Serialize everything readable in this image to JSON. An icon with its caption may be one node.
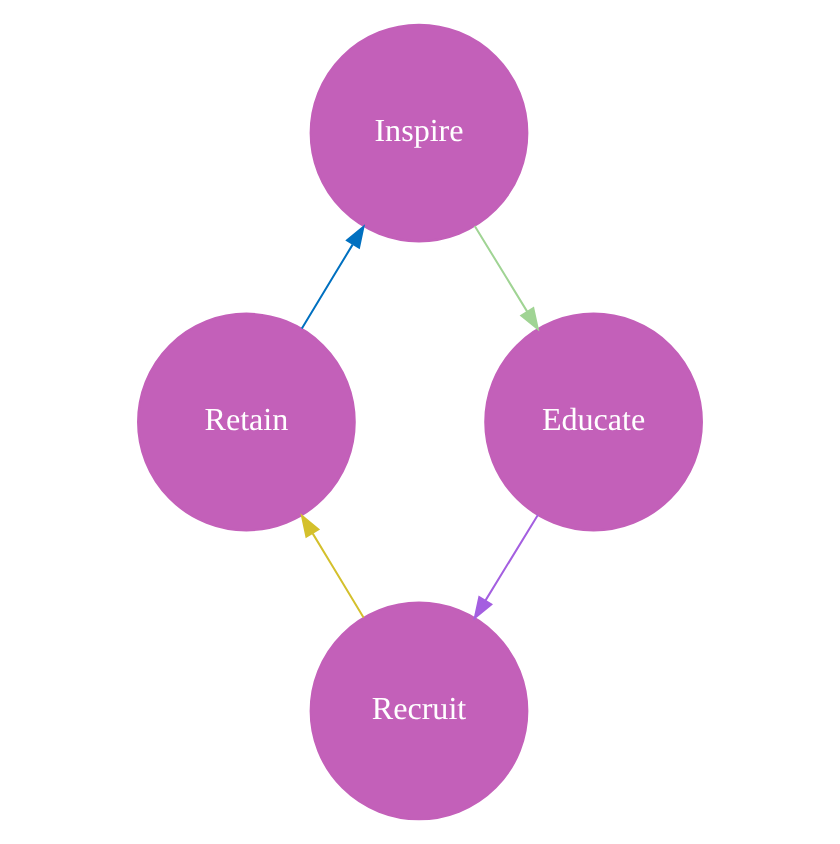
{
  "diagram": {
    "nodes": [
      {
        "text": [
          "Inspire"
        ]
      },
      {
        "text": [
          "Educate"
        ]
      },
      {
        "text": [
          "Recruit"
        ]
      },
      {
        "text": [
          "Retain"
        ]
      }
    ],
    "edges": [
      {
        "from": 0,
        "to": 1,
        "arrow": "to",
        "color": "#a0d494"
      },
      {
        "from": 1,
        "to": 2,
        "arrow": "to",
        "color": "#a45fe0"
      },
      {
        "from": 2,
        "to": 3,
        "arrow": "to",
        "color": "#d4c02c"
      },
      {
        "from": 3,
        "to": 0,
        "arrow": "to",
        "color": "#0070c0"
      }
    ]
  }
}
